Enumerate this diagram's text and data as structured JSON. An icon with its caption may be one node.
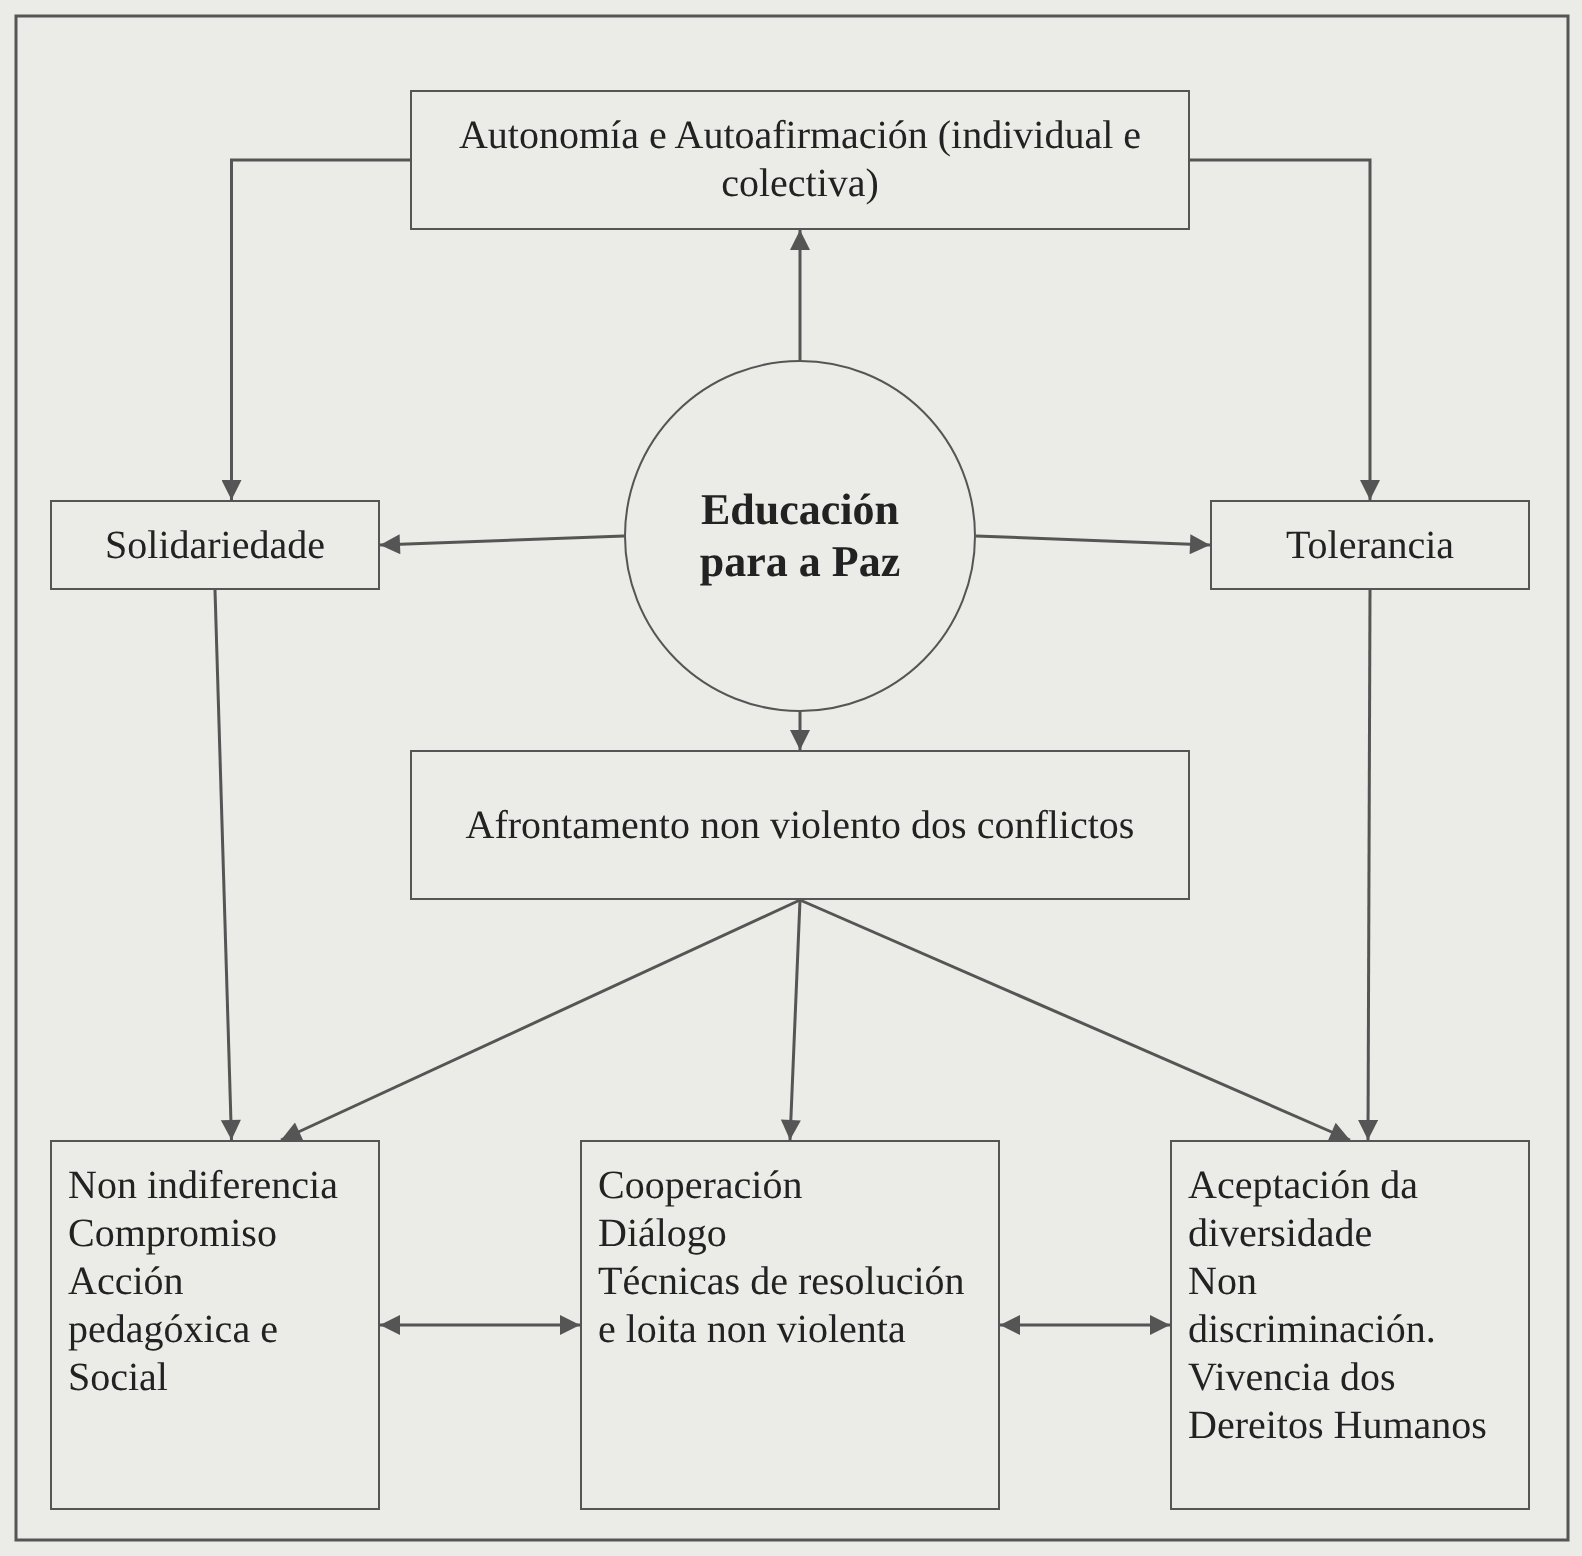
{
  "diagram": {
    "nodes": [
      {
        "text": [
          "Autonomía e Autoafirmación (individual e colectiva)"
        ]
      },
      {
        "text": [
          "Solidariedade"
        ]
      },
      {
        "text": [
          "Educación para a Paz"
        ]
      },
      {
        "text": [
          "Tolerancia"
        ]
      },
      {
        "text": [
          "Afrontamento non violento dos conflictos"
        ]
      },
      {
        "text": [
          "Non indiferencia",
          "Compromiso",
          "Acción pedagóxica e Social"
        ]
      },
      {
        "text": [
          "Cooperación",
          "Diálogo",
          "Técnicas de resolución e loita non violenta"
        ]
      },
      {
        "text": [
          "Aceptación da diversidade",
          "Non discriminación.",
          "Vivencia dos Dereitos Humanos"
        ]
      }
    ],
    "edges": [
      {
        "from": 2,
        "to": 0,
        "arrow": "to"
      },
      {
        "from": 0,
        "to": 1,
        "arrow": "to"
      },
      {
        "from": 0,
        "to": 3,
        "arrow": "to"
      },
      {
        "from": 2,
        "to": 1,
        "arrow": "to"
      },
      {
        "from": 2,
        "to": 3,
        "arrow": "to"
      },
      {
        "from": 2,
        "to": 4,
        "arrow": "to"
      },
      {
        "from": 1,
        "to": 5,
        "arrow": "to"
      },
      {
        "from": 4,
        "to": 5,
        "arrow": "to"
      },
      {
        "from": 4,
        "to": 6,
        "arrow": "to"
      },
      {
        "from": 4,
        "to": 7,
        "arrow": "to"
      },
      {
        "from": 3,
        "to": 7,
        "arrow": "to"
      },
      {
        "from": 5,
        "to": 6,
        "arrow": "both"
      },
      {
        "from": 6,
        "to": 7,
        "arrow": "both"
      }
    ]
  }
}
